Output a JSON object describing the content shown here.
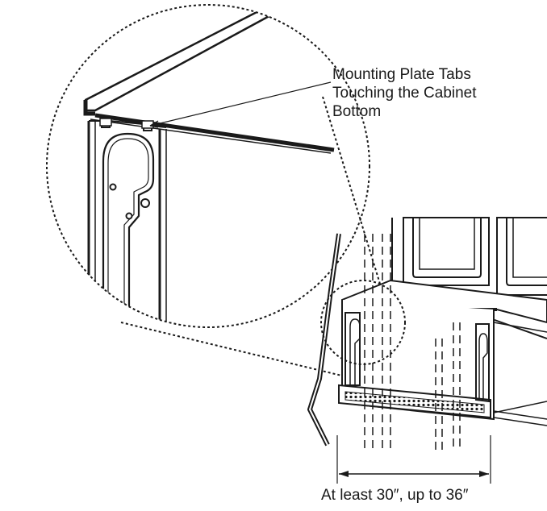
{
  "callout": {
    "line1": "Mounting Plate Tabs",
    "line2": "Touching the Cabinet",
    "line3": "Bottom"
  },
  "dimension": {
    "text": "At least 30″, up to 36″"
  },
  "colors": {
    "ink": "#1a1a1a",
    "background": "#ffffff"
  }
}
